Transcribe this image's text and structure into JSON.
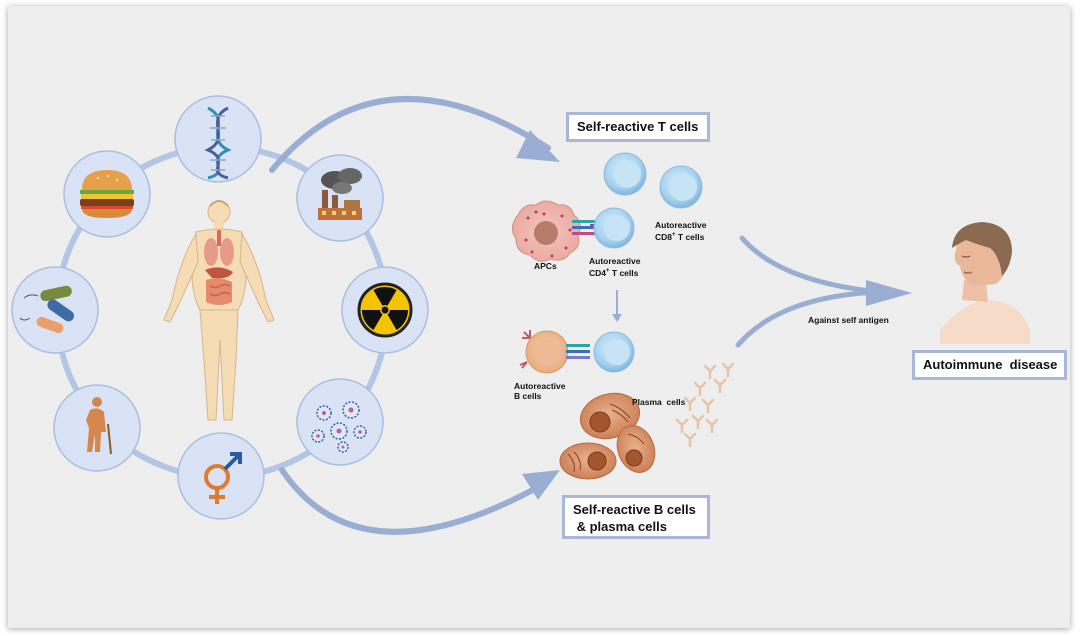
{
  "boxes": {
    "t_cells": "Self-reactive T cells",
    "b_cells_line1": "Self-reactive B cells",
    "b_cells_line2": " & plasma cells",
    "disease": "Autoimmune  disease"
  },
  "labels": {
    "apcs": "APCs",
    "cd4_line1": "Autoreactive",
    "cd4_line2": "CD4",
    "cd4_sup": "+",
    "cd4_line3": " T cells",
    "cd8_line1": "Autoreactive",
    "cd8_line2": "CD8",
    "cd8_sup": "+",
    "cd8_line3": " T cells",
    "b_line1": "Autoreactive",
    "b_line2": "B cells",
    "plasma": "Plasma  cells",
    "antigen": "Against self antigen"
  },
  "risk_factors": [
    "dna-genetics",
    "air-pollution-factory",
    "radiation",
    "virus-infection",
    "gender",
    "aging",
    "bacteria-infection",
    "diet-burger"
  ],
  "colors": {
    "arrow": "#9aaed4",
    "circle_fill": "#d9e3f5",
    "circle_stroke": "#a9bee0",
    "box_border": "#a9b8d8",
    "cell_blue": "#b5d7ef",
    "skin": "#f2cfa4"
  }
}
